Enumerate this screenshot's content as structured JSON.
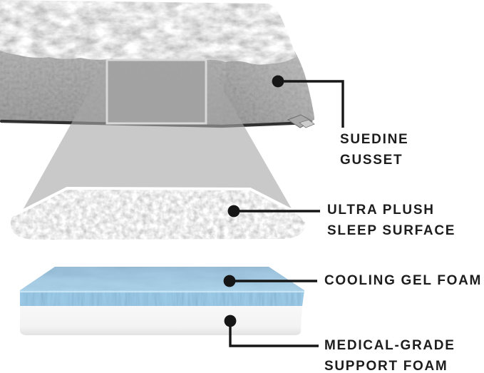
{
  "figure": {
    "background_color": "#ffffff",
    "callouts": {
      "gusset": {
        "lines": [
          "SUEDINE",
          "GUSSET"
        ]
      },
      "plush": {
        "lines": [
          "ULTRA PLUSH",
          "SLEEP SURFACE"
        ]
      },
      "gel": {
        "lines": [
          "COOLING GEL FOAM"
        ]
      },
      "support": {
        "lines": [
          "MEDICAL-GRADE",
          "SUPPORT FOAM"
        ]
      }
    },
    "colors": {
      "label_text": "#1d1d1d",
      "callout_line": "#161616",
      "fur_gray": "#b8b8b8",
      "fabric_gray": "#9c9c9c",
      "beam_overlay": "#c6c6c6",
      "highlight_box_border": "#d8d8d8",
      "plush_slab_gray": "#d8d8d8",
      "gel_top_blue": "#9cc6e2",
      "gel_front_blue": "#8cc6ea",
      "support_foam_white": "#f4f4f4"
    }
  }
}
